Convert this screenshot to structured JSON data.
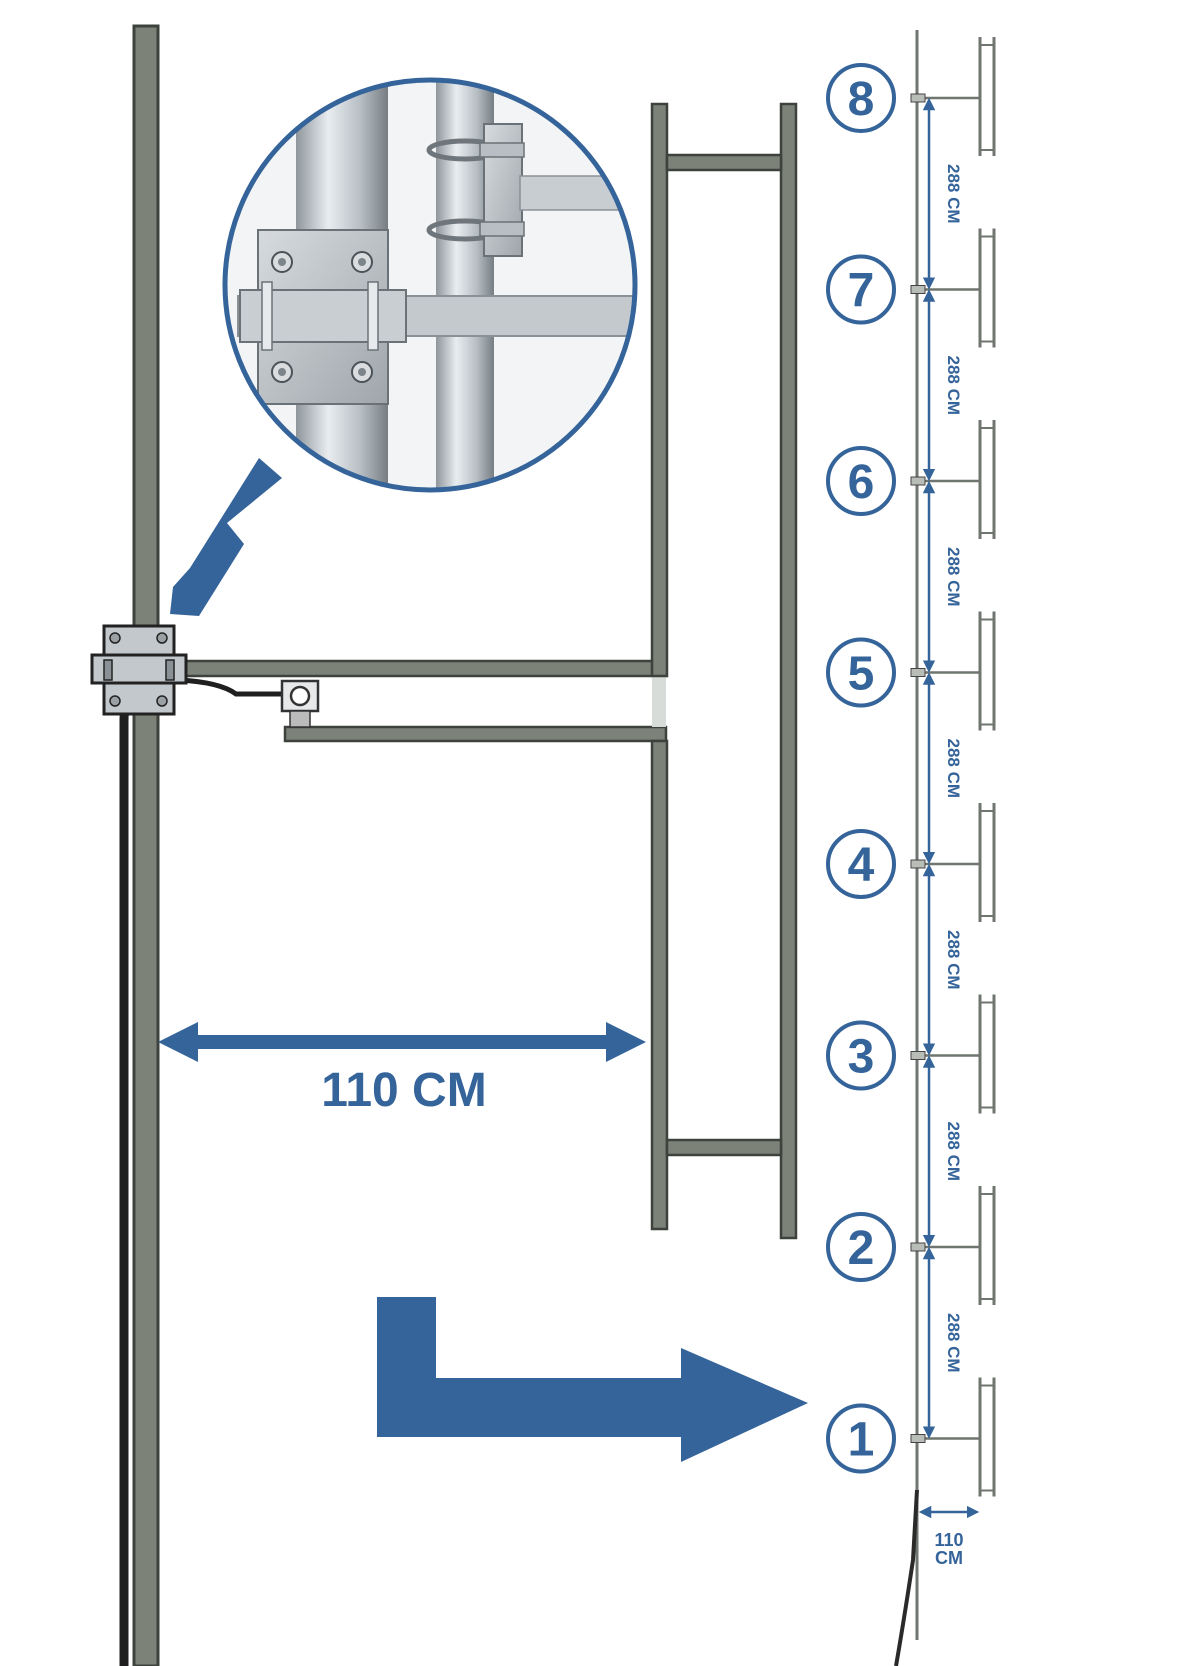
{
  "colors": {
    "accent": "#35649a",
    "pipe": "#7c8278",
    "pipe_edge": "#3e423c",
    "cable": "#1f1f1f",
    "metal": "#c3c8cc"
  },
  "main_dimension": {
    "label": "110 CM"
  },
  "levels": [
    {
      "number": "8"
    },
    {
      "number": "7"
    },
    {
      "number": "6"
    },
    {
      "number": "5"
    },
    {
      "number": "4"
    },
    {
      "number": "3"
    },
    {
      "number": "2"
    },
    {
      "number": "1"
    }
  ],
  "spacings": [
    {
      "label": "288 CM"
    },
    {
      "label": "288 CM"
    },
    {
      "label": "288 CM"
    },
    {
      "label": "288 CM"
    },
    {
      "label": "288 CM"
    },
    {
      "label": "288 CM"
    },
    {
      "label": "288 CM"
    }
  ],
  "bottom_dimension": {
    "line1": "110",
    "line2": "CM"
  },
  "icons": {
    "detail_pointer": "arrow-down-left-icon",
    "level_pointer": "arrow-right-bent-icon"
  }
}
